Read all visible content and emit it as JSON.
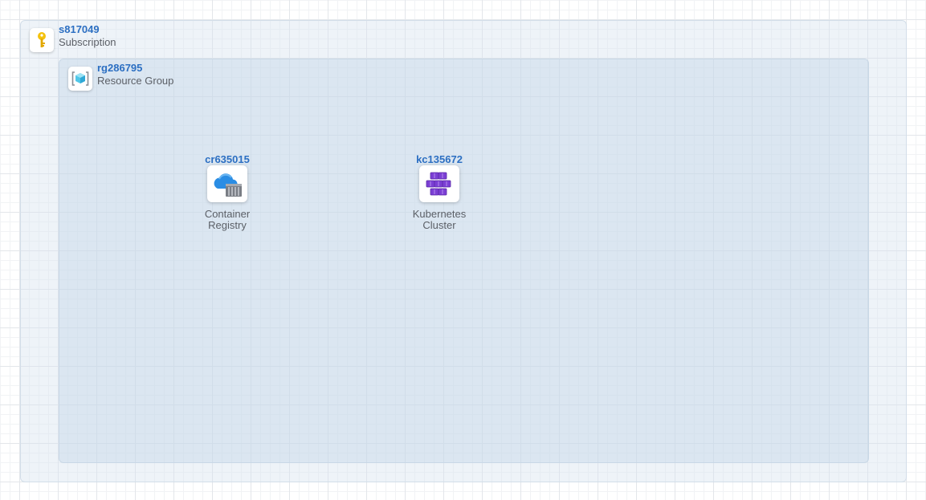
{
  "subscription": {
    "id": "s817049",
    "type": "Subscription",
    "icon": "key-icon"
  },
  "resource_group": {
    "id": "rg286795",
    "type": "Resource Group",
    "icon": "resource-group-icon"
  },
  "resources": [
    {
      "id": "cr635015",
      "label_line1": "Container",
      "label_line2": "Registry",
      "icon": "container-registry-icon"
    },
    {
      "id": "kc135672",
      "label_line1": "Kubernetes",
      "label_line2": "Cluster",
      "icon": "kubernetes-cluster-icon"
    }
  ],
  "colors": {
    "title_blue": "#2c6fc2",
    "label_gray": "#5b5f66",
    "key_yellow": "#f4c20d",
    "cube_cyan": "#50c7e8",
    "cloud_blue": "#2a8de4",
    "kubernetes_purple": "#7b3fd4"
  }
}
